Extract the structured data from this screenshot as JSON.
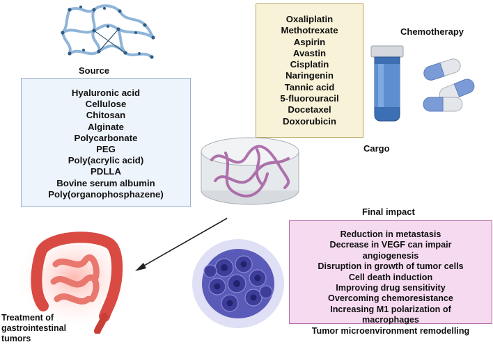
{
  "source": {
    "title": "Source",
    "items": [
      "Hyaluronic acid",
      "Cellulose",
      "Chitosan",
      "Alginate",
      "Polycarbonate",
      "PEG",
      "Poly(acrylic acid)",
      "PDLLA",
      "Bovine serum albumin",
      "Poly(organophosphazene)"
    ]
  },
  "cargo": {
    "title": "Cargo",
    "items": [
      "Oxaliplatin",
      "Methotrexate",
      "Aspirin",
      "Avastin",
      "Cisplatin",
      "Naringenin",
      "Tannic acid",
      "5-fluorouracil",
      "Docetaxel",
      "Doxorubicin"
    ]
  },
  "chemotherapy": {
    "label": "Chemotherapy"
  },
  "final_impact": {
    "title": "Final impact",
    "items": [
      "Reduction in metastasis",
      "Decrease in VEGF can impair",
      "angiogenesis",
      "Disruption in growth of tumor cells",
      "Cell death induction",
      "Improving drug sensitivity",
      "Overcoming chemoresistance",
      "Increasing M1 polarization of",
      "macrophages",
      "Tumor microenvironment remodelling"
    ]
  },
  "treatment": {
    "lines": [
      "Treatment of",
      "gastrointestinal",
      "tumors"
    ]
  },
  "colors": {
    "polymer": "#8fb4d9",
    "polymer_node": "#2f5d86",
    "hydrogel": "#a35ca0",
    "intestine": "#e35a50",
    "tumor": "#4a4aa8",
    "pill_blue": "#7b9bd6"
  }
}
